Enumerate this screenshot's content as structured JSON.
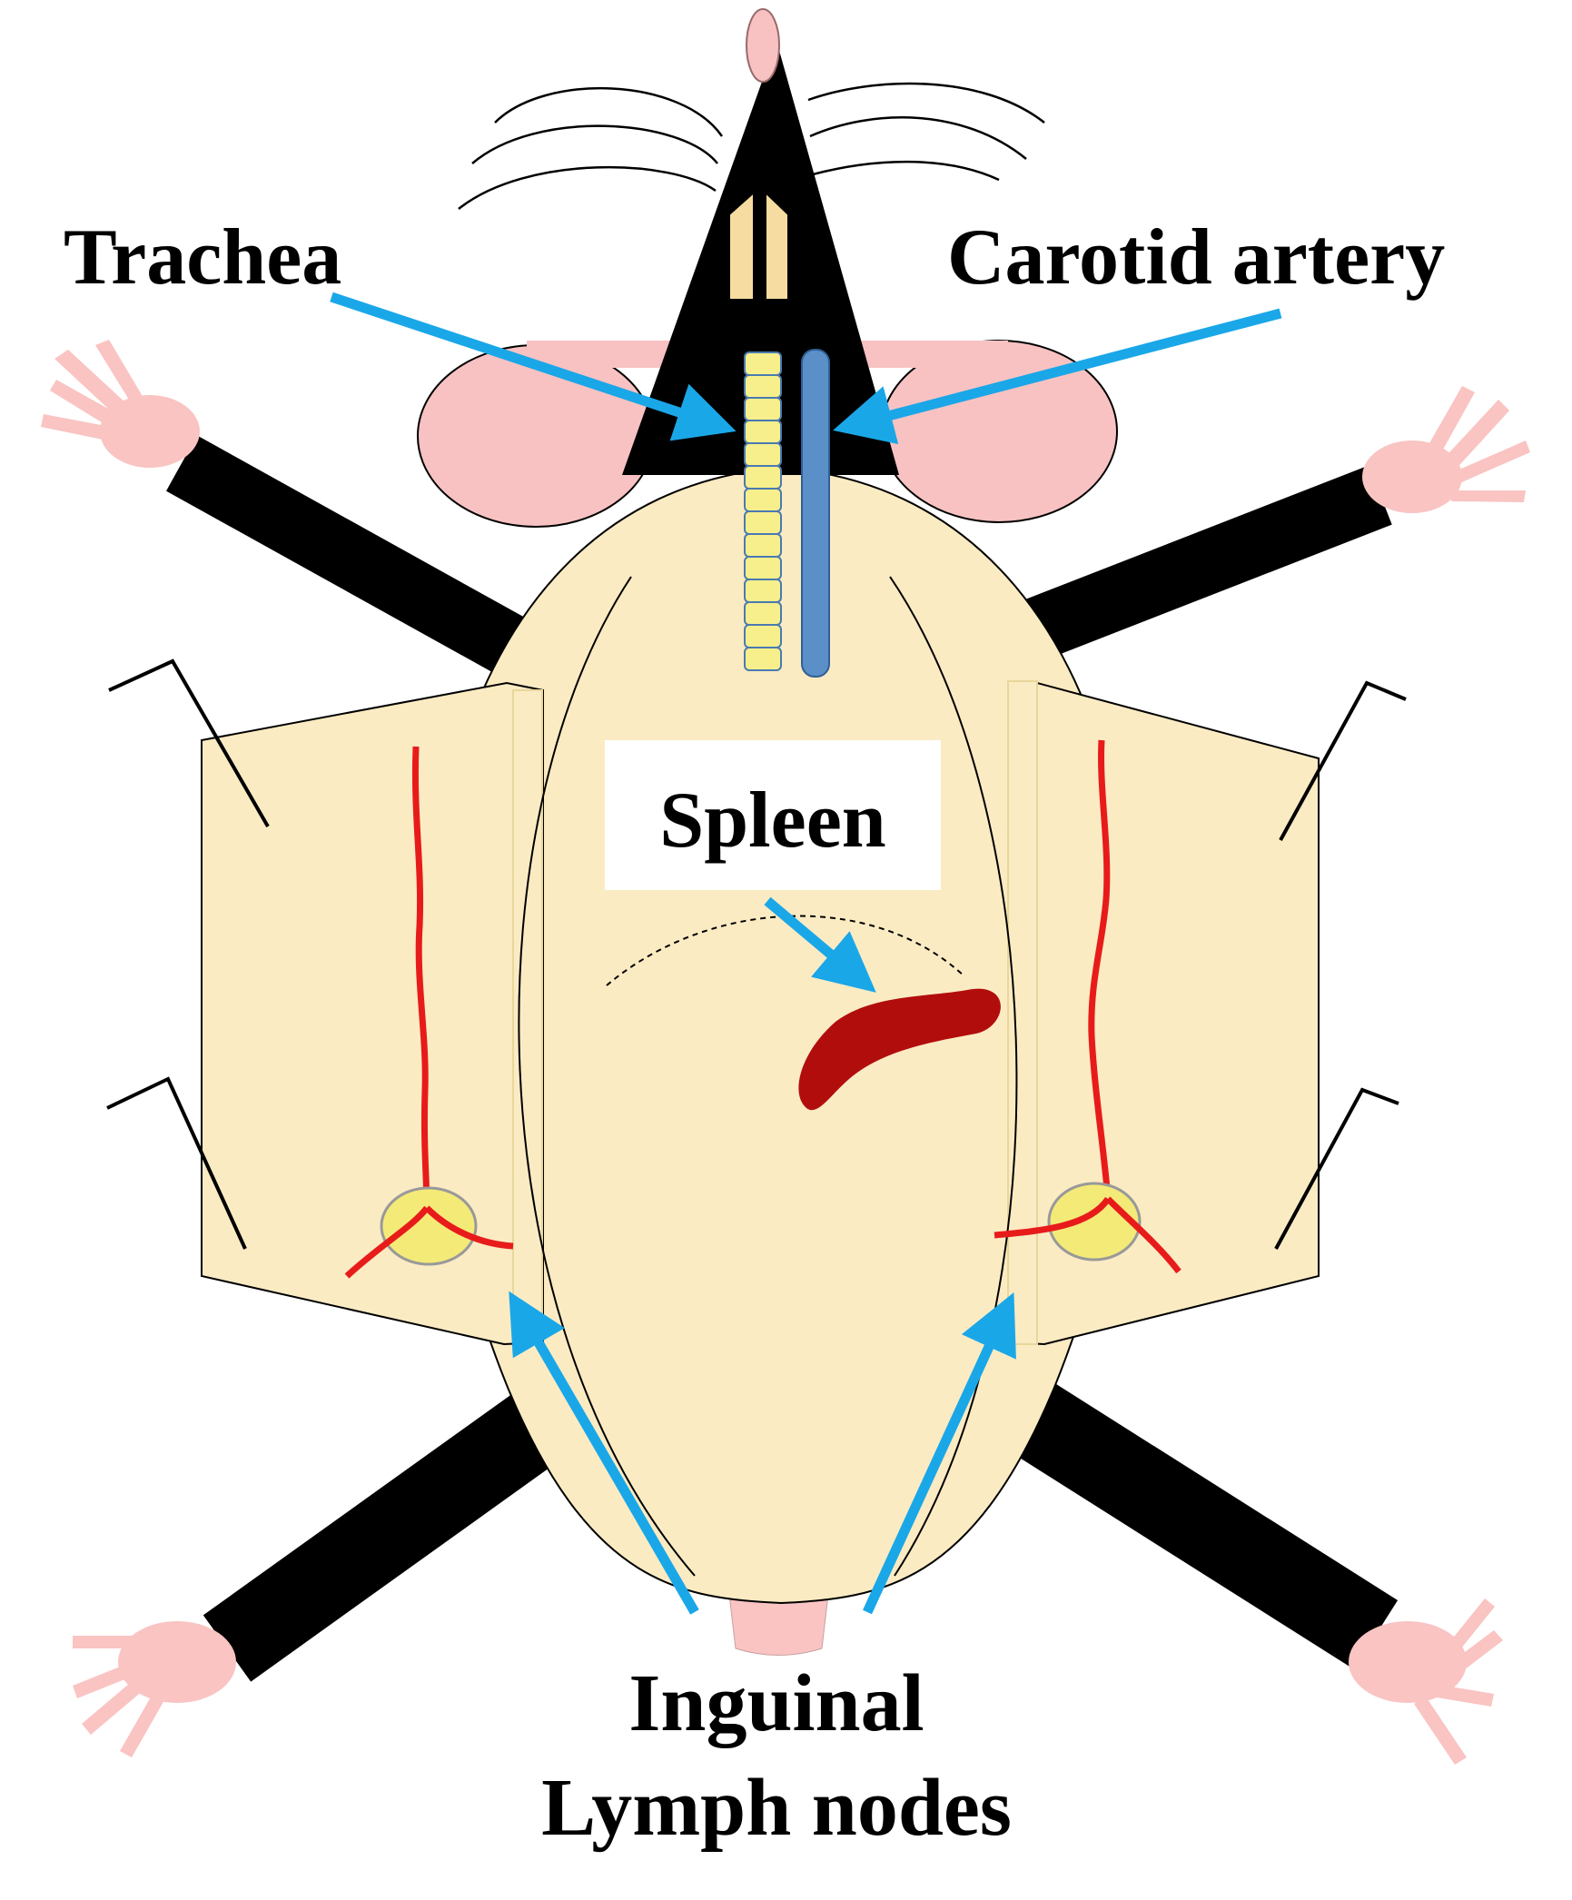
{
  "labels": {
    "trachea": "Trachea",
    "carotid_artery": "Carotid artery",
    "spleen": "Spleen",
    "inguinal_line1": "Inguinal",
    "inguinal_line2": "Lymph nodes"
  },
  "colors": {
    "arrow": "#1aa7e8",
    "body": "#fbebc3",
    "ear": "#f8c2c2",
    "paw": "#f9c4c2",
    "head": "#000000",
    "trachea": "#f6ef8c",
    "artery": "#5b8fc8",
    "vessel": "#e81b1b",
    "lymph_node": "#f4ea78",
    "spleen": "#b20d0d"
  }
}
